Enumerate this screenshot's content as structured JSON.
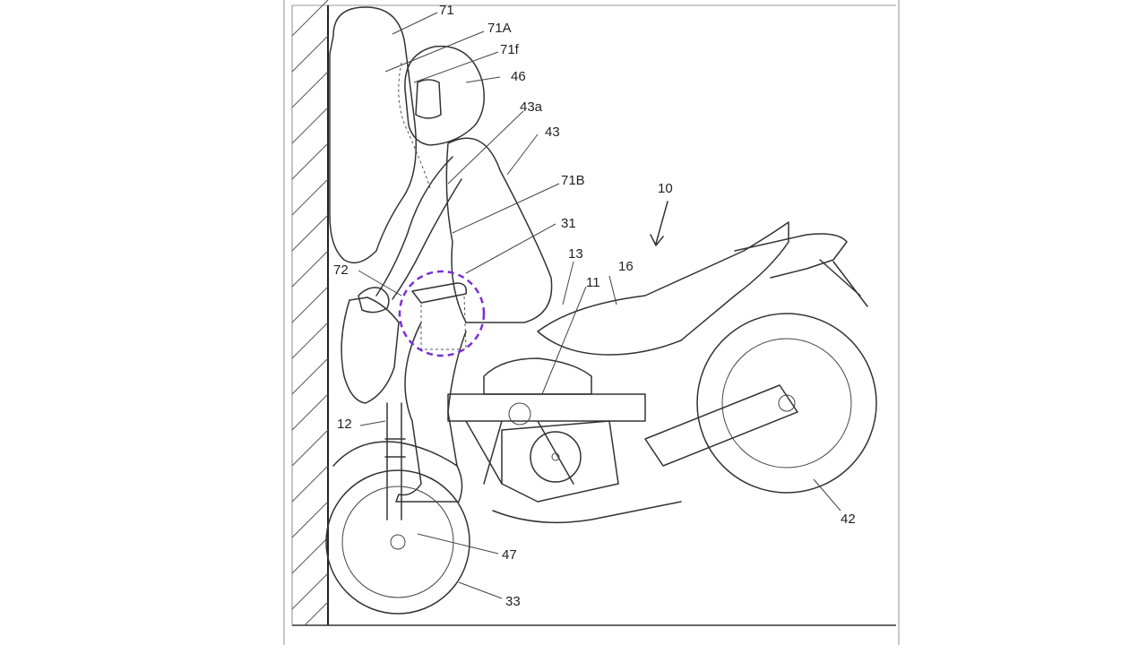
{
  "labels": {
    "l71": "71",
    "l71A": "71A",
    "l71f": "71f",
    "l46": "46",
    "l43a": "43a",
    "l43": "43",
    "l71B": "71B",
    "l10": "10",
    "l31": "31",
    "l13": "13",
    "l16": "16",
    "l11": "11",
    "l72": "72",
    "l12": "12",
    "l42": "42",
    "l47": "47",
    "l33": "33"
  },
  "highlight_color": "#7b2fd6"
}
